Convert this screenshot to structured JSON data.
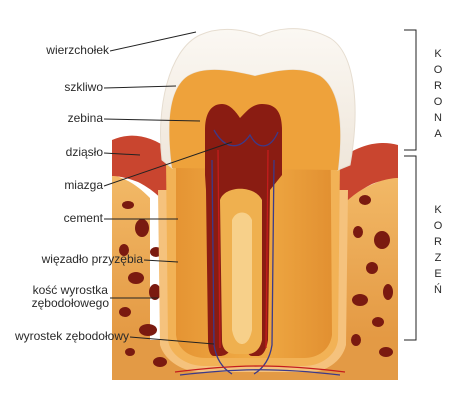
{
  "labels": {
    "apex": "wierzchołek",
    "enamel": "szkliwo",
    "dentin": "zebina",
    "gum": "dziąsło",
    "pulp": "miazga",
    "cementum": "cement",
    "ligament": "więzadło przyzębia",
    "bone_line1": "kość wyrostka",
    "bone_line2": "zębodołowego",
    "process": "wyrostek zębodołowy"
  },
  "sections": {
    "crown": [
      "K",
      "O",
      "R",
      "O",
      "N",
      "A"
    ],
    "root": [
      "K",
      "O",
      "R",
      "Z",
      "E",
      "Ń"
    ]
  },
  "colors": {
    "enamel": "#f6f1ea",
    "dentin": "#eba23a",
    "pulp": "#8a1c12",
    "gum": "#c9452f",
    "bone": "#e8a04c",
    "cavity": "#7a1a10"
  }
}
